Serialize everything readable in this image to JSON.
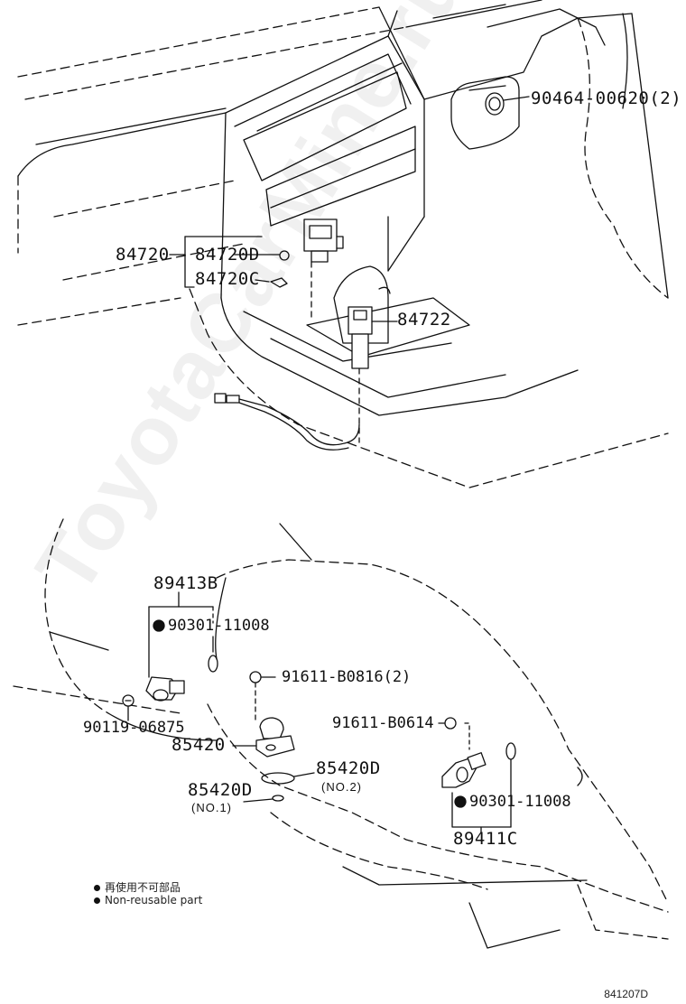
{
  "labels": {
    "p90464": "90464-00620(2)",
    "p84720": "84720",
    "p84720D": "84720D",
    "p84720C": "84720C",
    "p84722": "84722",
    "p89413B": "89413B",
    "p90301_a": "90301-11008",
    "p91611_2": "91611-B0816(2)",
    "p90119": "90119-06875",
    "p85420": "85420",
    "p91611_1": "91611-B0614",
    "p85420D_a": "85420D",
    "no2": "(NO.2)",
    "p85420D_b": "85420D",
    "no1": "(NO.1)",
    "p90301_b": "90301-11008",
    "p89411C": "89411C"
  },
  "legend": {
    "line1": "再使用不可部品",
    "line2": "Non-reusable part"
  },
  "diagram_code": "841207D",
  "watermark": "ToyotaCarMine.ru"
}
